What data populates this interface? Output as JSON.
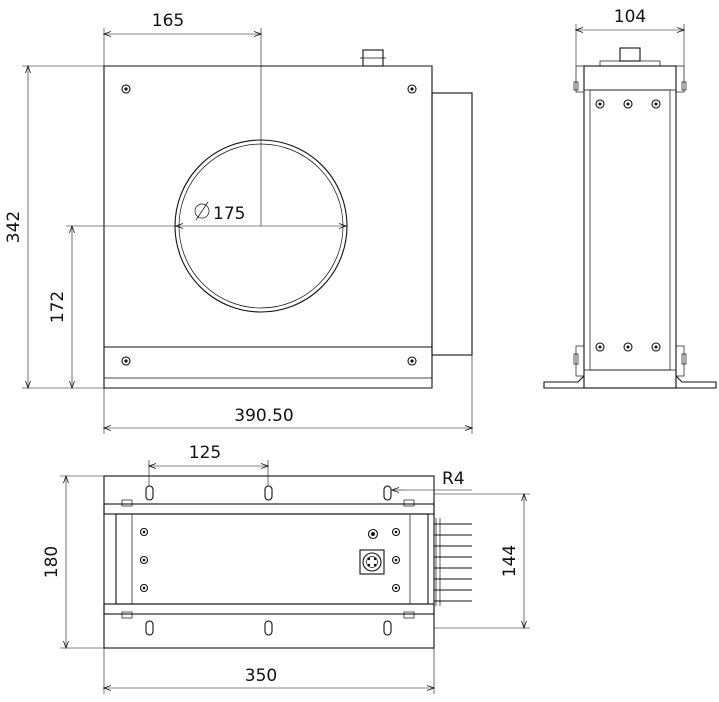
{
  "front_view": {
    "dim_width_top": "165",
    "dim_height": "342",
    "dim_center_height": "172",
    "dim_diameter": "175",
    "dim_total_width": "390.50"
  },
  "side_view": {
    "dim_depth": "104"
  },
  "bottom_view": {
    "dim_slot_spacing": "125",
    "dim_radius": "R4",
    "dim_height": "180",
    "dim_inner_height": "144",
    "dim_width": "350"
  }
}
